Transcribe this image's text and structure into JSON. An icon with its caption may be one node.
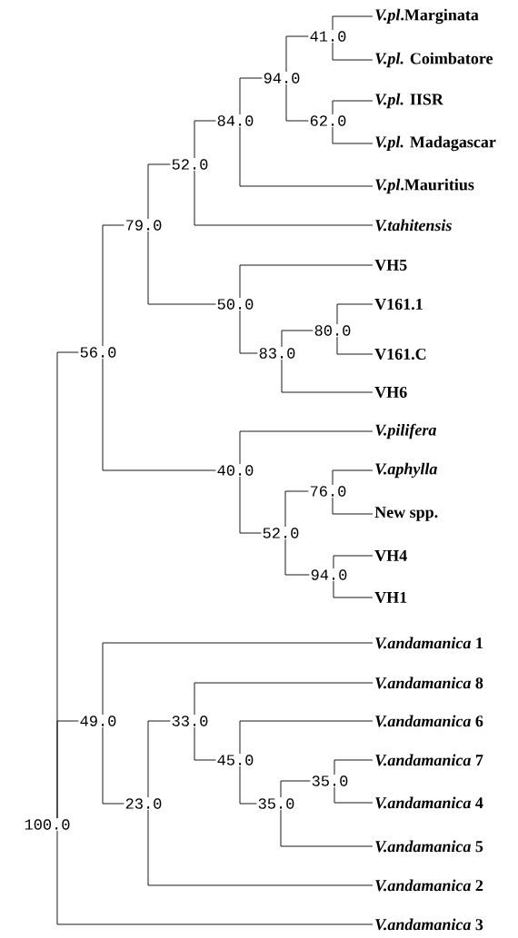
{
  "diagram": {
    "nodes": [
      {
        "text": [
          "41.0"
        ]
      },
      {
        "text": [
          "*V.pl*.Marginata"
        ]
      },
      {
        "text": [
          "*V.pl.* Coimbatore"
        ]
      },
      {
        "text": [
          "94.0"
        ]
      },
      {
        "text": [
          "*V.pl.* IISR"
        ]
      },
      {
        "text": [
          "84.0"
        ]
      },
      {
        "text": [
          "62.0"
        ]
      },
      {
        "text": [
          "*V.pl.* Madagascar"
        ]
      },
      {
        "text": [
          "52.0"
        ]
      },
      {
        "text": [
          "*V.pl*.Mauritius"
        ]
      },
      {
        "text": [
          "79.0"
        ]
      },
      {
        "text": [
          "*V.tahitensis*"
        ]
      },
      {
        "text": [
          "VH5"
        ]
      },
      {
        "text": [
          "50.0"
        ]
      },
      {
        "text": [
          "V161.1"
        ]
      },
      {
        "text": [
          "80.0"
        ]
      },
      {
        "text": [
          "56.0"
        ]
      },
      {
        "text": [
          "83.0"
        ]
      },
      {
        "text": [
          "V161.C"
        ]
      },
      {
        "text": [
          "VH6"
        ]
      },
      {
        "text": [
          "*V.pilifera*"
        ]
      },
      {
        "text": [
          "40.0"
        ]
      },
      {
        "text": [
          "*V.aphylla*"
        ]
      },
      {
        "text": [
          "76.0"
        ]
      },
      {
        "text": [
          "New spp."
        ]
      },
      {
        "text": [
          "52.0"
        ]
      },
      {
        "text": [
          "VH4"
        ]
      },
      {
        "text": [
          "94.0"
        ]
      },
      {
        "text": [
          "VH1"
        ]
      },
      {
        "text": [
          "*V.andamanica* 1"
        ]
      },
      {
        "text": [
          "*V.andamanica* 8"
        ]
      },
      {
        "text": [
          "49.0"
        ]
      },
      {
        "text": [
          "33.0"
        ]
      },
      {
        "text": [
          "*V.andamanica* 6"
        ]
      },
      {
        "text": [
          "45.0"
        ]
      },
      {
        "text": [
          "*V.andamanica* 7"
        ]
      },
      {
        "text": [
          "35.0"
        ]
      },
      {
        "text": [
          "23.0"
        ]
      },
      {
        "text": [
          "35.0"
        ]
      },
      {
        "text": [
          "*V.andamanica* 4"
        ]
      },
      {
        "text": [
          "100.0"
        ]
      },
      {
        "text": [
          "*V.andamanica* 5"
        ]
      },
      {
        "text": [
          "*V.andamanica* 2"
        ]
      },
      {
        "text": [
          "*V.andamanica* 3"
        ]
      }
    ],
    "edges": [
      {
        "from": 40,
        "to": 16,
        "arrow": "none"
      },
      {
        "from": 40,
        "to": 31,
        "arrow": "none"
      },
      {
        "from": 40,
        "to": 43,
        "arrow": "none"
      },
      {
        "from": 16,
        "to": 10,
        "arrow": "none"
      },
      {
        "from": 16,
        "to": 21,
        "arrow": "none"
      },
      {
        "from": 10,
        "to": 8,
        "arrow": "none"
      },
      {
        "from": 10,
        "to": 13,
        "arrow": "none"
      },
      {
        "from": 8,
        "to": 5,
        "arrow": "none"
      },
      {
        "from": 8,
        "to": 11,
        "arrow": "none"
      },
      {
        "from": 5,
        "to": 3,
        "arrow": "none"
      },
      {
        "from": 5,
        "to": 9,
        "arrow": "none"
      },
      {
        "from": 3,
        "to": 0,
        "arrow": "none"
      },
      {
        "from": 3,
        "to": 6,
        "arrow": "none"
      },
      {
        "from": 0,
        "to": 1,
        "arrow": "none"
      },
      {
        "from": 0,
        "to": 2,
        "arrow": "none"
      },
      {
        "from": 6,
        "to": 4,
        "arrow": "none"
      },
      {
        "from": 6,
        "to": 7,
        "arrow": "none"
      },
      {
        "from": 13,
        "to": 12,
        "arrow": "none"
      },
      {
        "from": 13,
        "to": 17,
        "arrow": "none"
      },
      {
        "from": 17,
        "to": 15,
        "arrow": "none"
      },
      {
        "from": 17,
        "to": 19,
        "arrow": "none"
      },
      {
        "from": 15,
        "to": 14,
        "arrow": "none"
      },
      {
        "from": 15,
        "to": 18,
        "arrow": "none"
      },
      {
        "from": 21,
        "to": 20,
        "arrow": "none"
      },
      {
        "from": 21,
        "to": 25,
        "arrow": "none"
      },
      {
        "from": 25,
        "to": 23,
        "arrow": "none"
      },
      {
        "from": 25,
        "to": 27,
        "arrow": "none"
      },
      {
        "from": 23,
        "to": 22,
        "arrow": "none"
      },
      {
        "from": 23,
        "to": 24,
        "arrow": "none"
      },
      {
        "from": 27,
        "to": 26,
        "arrow": "none"
      },
      {
        "from": 27,
        "to": 28,
        "arrow": "none"
      },
      {
        "from": 31,
        "to": 29,
        "arrow": "none"
      },
      {
        "from": 31,
        "to": 37,
        "arrow": "none"
      },
      {
        "from": 37,
        "to": 32,
        "arrow": "none"
      },
      {
        "from": 37,
        "to": 42,
        "arrow": "none"
      },
      {
        "from": 32,
        "to": 30,
        "arrow": "none"
      },
      {
        "from": 32,
        "to": 34,
        "arrow": "none"
      },
      {
        "from": 34,
        "to": 33,
        "arrow": "none"
      },
      {
        "from": 34,
        "to": 38,
        "arrow": "none"
      },
      {
        "from": 38,
        "to": 36,
        "arrow": "none"
      },
      {
        "from": 38,
        "to": 41,
        "arrow": "none"
      },
      {
        "from": 36,
        "to": 35,
        "arrow": "none"
      },
      {
        "from": 36,
        "to": 39,
        "arrow": "none"
      }
    ]
  }
}
